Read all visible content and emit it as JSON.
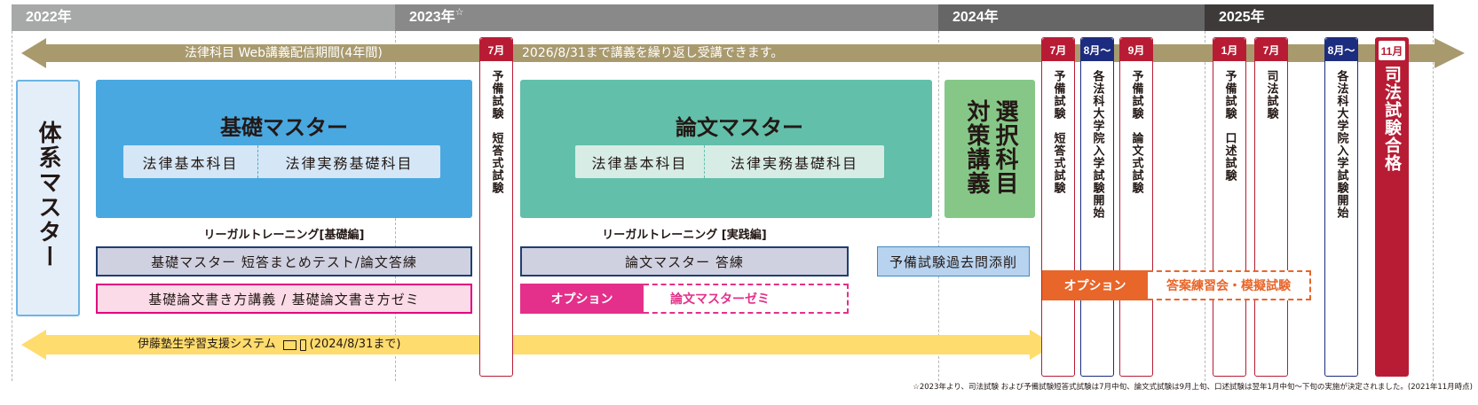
{
  "years": [
    {
      "label": "2022年",
      "star": "",
      "color": "#a7a8a8"
    },
    {
      "label": "2023年",
      "star": "☆",
      "color": "#898989"
    },
    {
      "label": "2024年",
      "star": "",
      "color": "#666666"
    },
    {
      "label": "2025年",
      "star": "",
      "color": "#3e3a39"
    }
  ],
  "web_band": {
    "label": "法律科目 Web講義配信期間(4年間)",
    "note": "2026/8/31まで講義を繰り返し受講できます。",
    "color": "#a99a6e"
  },
  "taikei": {
    "label": "体系マスター"
  },
  "kiso_master": {
    "title": "基礎マスター",
    "sub": [
      "法律基本科目",
      "法律実務基礎科目"
    ],
    "color": "#4aa8e0"
  },
  "ronbun_master": {
    "title": "論文マスター",
    "sub": [
      "法律基本科目",
      "法律実務基礎科目"
    ],
    "color": "#62bfa9"
  },
  "sentaku": {
    "label_col1": "選択科目",
    "label_col2": "対策講義",
    "color": "#86c787"
  },
  "legal_training_basic": "リーガルトレーニング[基礎編]",
  "legal_training_practice": "リーガルトレーニング [実践編]",
  "kiso_test": "基礎マスター 短答まとめテスト/論文答練",
  "kiso_ronbun": "基礎論文書き方講義 / 基礎論文書き方ゼミ",
  "ronbun_toren": "論文マスター 答練",
  "yobi_kako": "予備試験過去問添削",
  "option_pink": {
    "label": "オプション",
    "text": "論文マスターゼミ",
    "color": "#e4308a"
  },
  "option_orange": {
    "label": "オプション",
    "text": "答案練習会・模擬試験",
    "color": "#e8662a"
  },
  "support_system": {
    "label": "伊藤塾生学習支援システム",
    "devices": "(2024/8/31まで)",
    "color": "#fedc6d"
  },
  "milestones": [
    {
      "month": "7月",
      "text": "予備試験　短答式試験",
      "type": "red"
    },
    {
      "month": "7月",
      "text": "予備試験　短答式試験",
      "type": "red"
    },
    {
      "month": "8月〜",
      "text": "各法科大学院入学試験開始",
      "type": "blue"
    },
    {
      "month": "9月",
      "text": "予備試験　論文式試験",
      "type": "red"
    },
    {
      "month": "1月",
      "text": "予備試験　口述試験",
      "type": "red"
    },
    {
      "month": "7月",
      "text": "司法試験",
      "type": "red"
    },
    {
      "month": "8月〜",
      "text": "各法科大学院入学試験開始",
      "type": "blue"
    },
    {
      "month": "11月",
      "text": "司法試験合格",
      "type": "final"
    }
  ],
  "footnote": "☆2023年より、司法試験 および予備試験短答式試験は7月中旬、論文式試験は9月上旬、口述試験は翌年1月中旬〜下旬の実施が決定されました。(2021年11月時点)"
}
